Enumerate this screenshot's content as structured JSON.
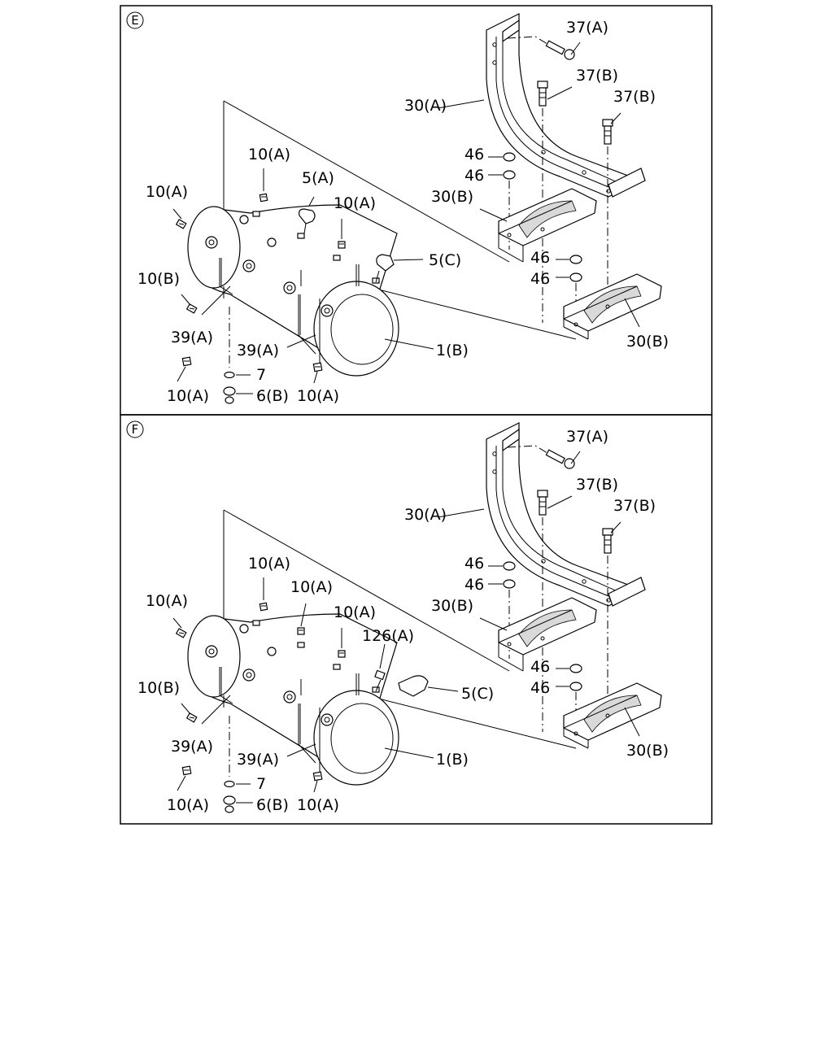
{
  "panels": [
    {
      "code": "E",
      "labels": {
        "bolt_upper": "37(A)",
        "bolt_mid": "37(B)",
        "bolt_right": "37(B)",
        "bracket": "30(A)",
        "washer_1": "46",
        "washer_2": "46",
        "saddle_left": "30(B)",
        "washer_3": "46",
        "washer_4": "46",
        "saddle_right": "30(B)",
        "plug_top": "10(A)",
        "plug_left": "10(A)",
        "plug_mid": "10(A)",
        "plug_b": "10(B)",
        "plug_bottom_left": "10(A)",
        "plug_bottom_mid": "10(A)",
        "valve_a": "5(A)",
        "valve_c": "5(C)",
        "strap_1": "39(A)",
        "strap_2": "39(A)",
        "gasket": "7",
        "drain": "6(B)",
        "tank": "1(B)"
      }
    },
    {
      "code": "F",
      "labels": {
        "bolt_upper": "37(A)",
        "bolt_mid": "37(B)",
        "bolt_right": "37(B)",
        "bracket": "30(A)",
        "washer_1": "46",
        "washer_2": "46",
        "saddle_left": "30(B)",
        "washer_3": "46",
        "washer_4": "46",
        "saddle_right": "30(B)",
        "plug_top": "10(A)",
        "plug_top2": "10(A)",
        "plug_left": "10(A)",
        "plug_mid": "10(A)",
        "plug_b": "10(B)",
        "plug_bottom_left": "10(A)",
        "plug_bottom_mid": "10(A)",
        "fitting": "126(A)",
        "valve_c": "5(C)",
        "strap_1": "39(A)",
        "strap_2": "39(A)",
        "gasket": "7",
        "drain": "6(B)",
        "tank": "1(B)"
      }
    }
  ]
}
